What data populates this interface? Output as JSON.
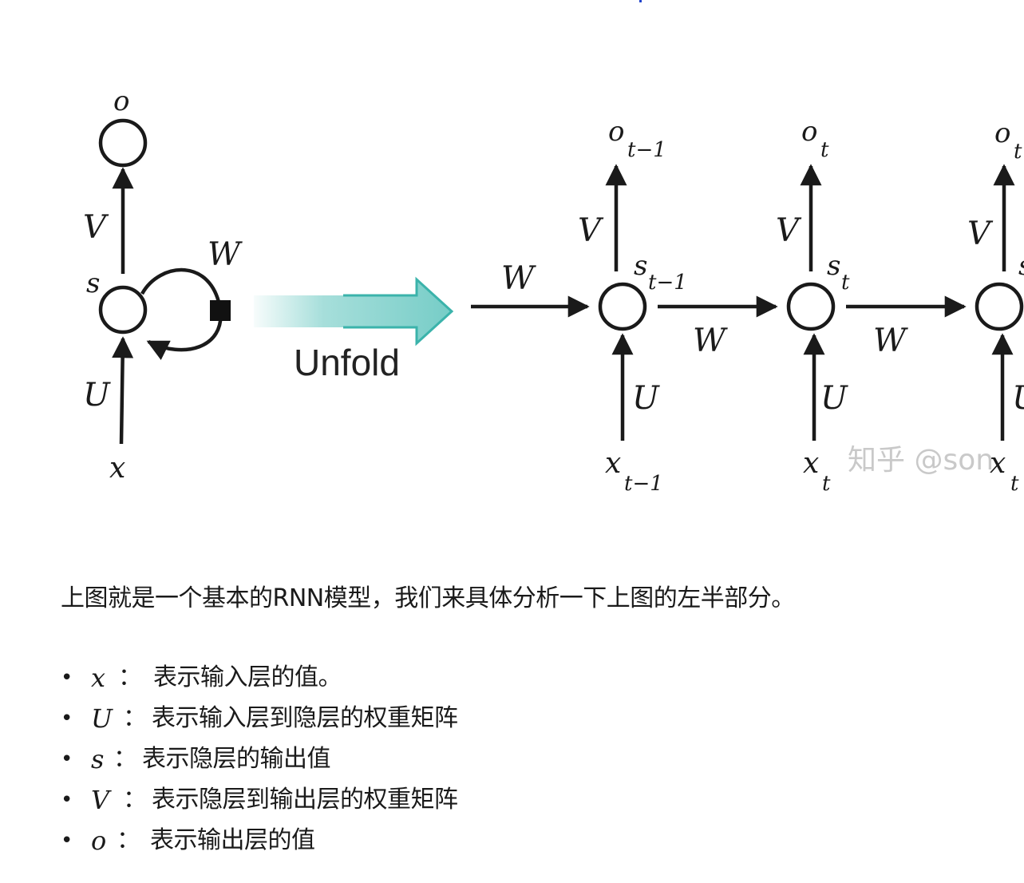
{
  "diagram": {
    "folded": {
      "o": "o",
      "V": "V",
      "s": "s",
      "W": "W",
      "U": "U",
      "x": "x"
    },
    "unfold_label": "Unfold",
    "unfolded": {
      "input_W": "W",
      "steps": [
        {
          "o": "o",
          "o_sub": "t−1",
          "V": "V",
          "s": "s",
          "s_sub": "t−1",
          "U": "U",
          "x": "x",
          "x_sub": "t−1"
        },
        {
          "o": "o",
          "o_sub": "t",
          "V": "V",
          "s": "s",
          "s_sub": "t",
          "U": "U",
          "x": "x",
          "x_sub": "t"
        },
        {
          "o": "o",
          "o_sub": "t",
          "V": "V",
          "s": "s",
          "s_sub": "",
          "U": "U",
          "x": "x",
          "x_sub": "t"
        }
      ],
      "between_W": [
        "W",
        "W"
      ]
    },
    "watermark": "知乎 @son"
  },
  "intro_text": "上图就是一个基本的RNN模型，我们来具体分析一下上图的左半部分。",
  "legend": [
    {
      "symbol": "x",
      "colon": "：",
      "text": "表示输入层的值。"
    },
    {
      "symbol": "U",
      "colon": "：",
      "text": "表示输入层到隐层的权重矩阵"
    },
    {
      "symbol": "s",
      "colon": "：",
      "text": "表示隐层的输出值"
    },
    {
      "symbol": "V",
      "colon": "：",
      "text": "表示隐层到输出层的权重矩阵"
    },
    {
      "symbol": "o",
      "colon": "：",
      "text": "表示输出层的值"
    }
  ],
  "colors": {
    "arrow": "#1a1a1a",
    "unfold_teal": "#5ec4bd"
  }
}
